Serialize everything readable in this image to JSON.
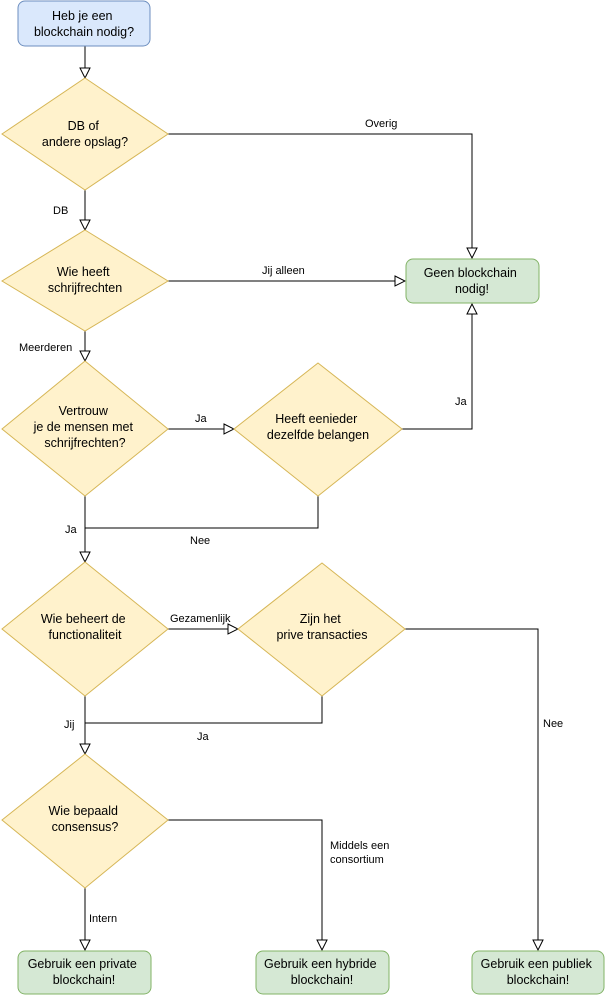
{
  "colors": {
    "start_fill": "#dae8fc",
    "start_stroke": "#6c8ebf",
    "decision_fill": "#fff2cc",
    "decision_stroke": "#d6b656",
    "end_fill": "#d5e8d4",
    "end_stroke": "#82b366",
    "line": "#000000"
  },
  "nodes": {
    "start": [
      "Heb je een",
      "blockchain nodig?"
    ],
    "db": [
      "DB of",
      "andere opslag?"
    ],
    "write": [
      "Wie heeft",
      "schrijfrechten"
    ],
    "trust": [
      "Vertrouw",
      "je de mensen met",
      "schrijfrechten?"
    ],
    "interest": [
      "Heeft eenieder",
      "dezelfde belangen"
    ],
    "func": [
      "Wie beheert de",
      "functionaliteit"
    ],
    "private_tx": [
      "Zijn het",
      "prive transacties"
    ],
    "consensus": [
      "Wie bepaald",
      "consensus?"
    ],
    "no_blockchain": [
      "Geen blockchain",
      "nodig!"
    ],
    "private": [
      "Gebruik een private",
      "blockchain!"
    ],
    "hybrid": [
      "Gebruik een hybride",
      "blockchain!"
    ],
    "public": [
      "Gebruik een publiek",
      "blockchain!"
    ]
  },
  "edges": {
    "overig": [
      "Overig"
    ],
    "db": [
      "DB"
    ],
    "jij_alleen": [
      "Jij alleen"
    ],
    "meerderen": [
      "Meerderen"
    ],
    "trust_ja": [
      "Ja"
    ],
    "interest_ja": [
      "Ja"
    ],
    "trust_nee_ja": [
      "Ja"
    ],
    "interest_nee": [
      "Nee"
    ],
    "gezamenlijk": [
      "Gezamenlijk"
    ],
    "jij": [
      "Jij"
    ],
    "private_ja": [
      "Ja"
    ],
    "private_nee": [
      "Nee"
    ],
    "consortium": [
      "Middels een",
      "consortium"
    ],
    "intern": [
      "Intern"
    ]
  }
}
